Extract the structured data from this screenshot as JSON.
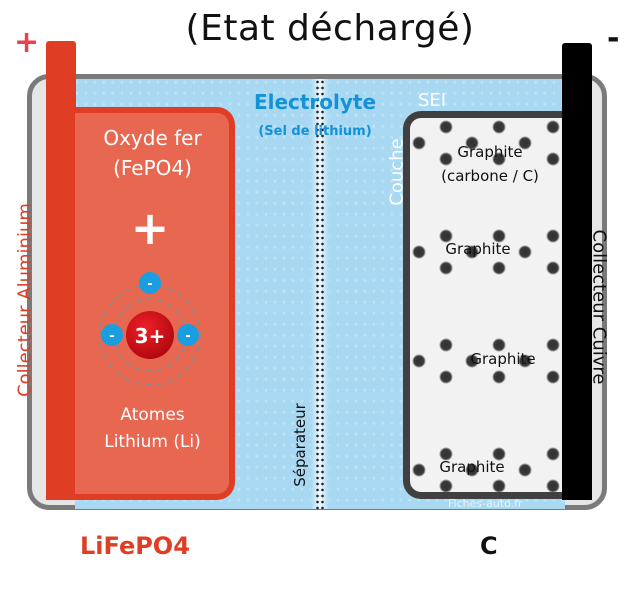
{
  "title": "(Etat déchargé)",
  "terminals": {
    "positive": "+",
    "negative": "-"
  },
  "colors": {
    "cathode_collector": "#df3e24",
    "cathode_fill": "#e76750",
    "electrolyte": "#a9d8f2",
    "electrolyte_text": "#1592d6",
    "anode_border": "#404040",
    "anode_fill": "#f2f2f2",
    "anode_collector": "#000000",
    "casing": "#7a7a7a",
    "electron": "#1b9ee0",
    "nucleus": "#d8121b"
  },
  "cathode": {
    "collector_label": "Collecteur Aluminium",
    "name_line1": "Oxyde fer",
    "name_line2": "(FePO4)",
    "polarity": "+",
    "atom": {
      "nucleus_charge": "3+",
      "electron_symbol": "-",
      "electron_count": 3
    },
    "atoms_line1": "Atomes",
    "atoms_line2": "Lithium (Li)",
    "formula": "LiFePO4"
  },
  "electrolyte": {
    "title": "Electrolyte",
    "subtitle": "(Sel de lithium)"
  },
  "separator": {
    "label": "Séparateur"
  },
  "anode": {
    "sei_label": "SEI",
    "couche_label": "Couche",
    "layers": [
      {
        "line1": "Graphite",
        "line2": "(carbone / C)"
      },
      {
        "line1": "Graphite"
      },
      {
        "line1": "Graphite"
      },
      {
        "line1": "Graphite"
      }
    ],
    "collector_label": "Collecteur Cuivre",
    "formula": "C"
  },
  "watermark": "Fiches-auto.fr"
}
